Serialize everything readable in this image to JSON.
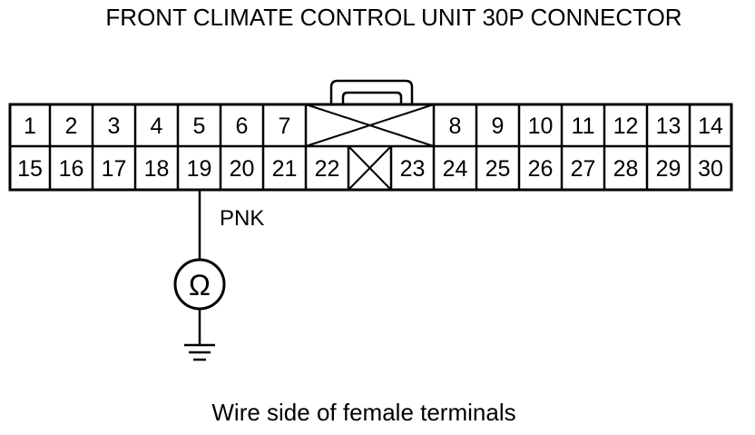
{
  "title": "FRONT CLIMATE CONTROL UNIT 30P CONNECTOR",
  "connector": {
    "top_row": [
      "1",
      "2",
      "3",
      "4",
      "5",
      "6",
      "7",
      "",
      "8",
      "9",
      "10",
      "11",
      "12",
      "13",
      "14"
    ],
    "bottom_row": [
      "15",
      "16",
      "17",
      "18",
      "19",
      "20",
      "21",
      "22",
      "",
      "23",
      "24",
      "25",
      "26",
      "27",
      "28",
      "29",
      "30"
    ]
  },
  "probe": {
    "terminal": "19",
    "wire_color": "PNK",
    "meter_symbol": "Ω",
    "meter_icon": "ohmmeter-icon",
    "ground_icon": "ground-icon"
  },
  "caption": "Wire side of female terminals",
  "colors": {
    "ink": "#000000",
    "background": "#ffffff"
  }
}
